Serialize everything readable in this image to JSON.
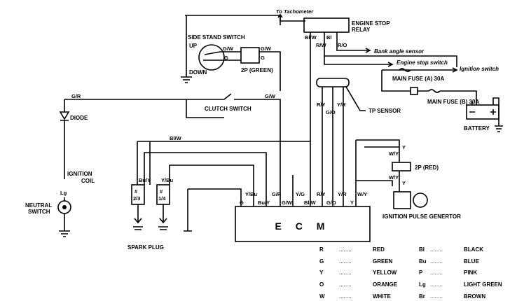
{
  "labels": {
    "to_tachometer": "To Tachometer",
    "engine_stop_relay_1": "ENGINE STOP",
    "engine_stop_relay_2": "RELAY",
    "bank_angle_sensor": "Bank angle sensor",
    "engine_stop_switch": "Engine stop switch",
    "ignition_switch": "Ignition switch",
    "main_fuse_a": "MAIN FUSE (A) 30A",
    "main_fuse_b": "MAIN FUSE (B) 30A",
    "battery": "BATTERY",
    "side_stand_switch": "SIDE STAND SWITCH",
    "up": "UP",
    "down": "DOWN",
    "connector_2p_green": "2P (GREEN)",
    "clutch_switch": "CLUTCH SWITCH",
    "tp_sensor": "TP SENSOR",
    "diode": "DIODE",
    "ignition_coil_1": "IGNITION",
    "ignition_coil_2": "COIL",
    "neutral_switch_1": "NEUTRAL",
    "neutral_switch_2": "SWITCH",
    "spark_plug": "SPARK PLUG",
    "ecm": "E C M",
    "connector_2p_red": "2P (RED)",
    "ignition_pulse_generator": "IGNITION PULSE GENERTOR",
    "coil_2_3": "2/3",
    "coil_1_4": "1/4",
    "coil_hash": "#"
  },
  "wires": {
    "bl_w": "Bl/W",
    "r_w": "R/W",
    "bl": "Bl",
    "r_o": "R/O",
    "g_w": "G/W",
    "g": "G",
    "g_r": "G/R",
    "r_y": "R/Y",
    "y_r": "Y/R",
    "g_o": "G/O",
    "bu_y": "Bu/Y",
    "y_bu": "Y/Bu",
    "y_g": "Y/G",
    "w_y": "W/Y",
    "y": "Y",
    "lg": "Lg"
  },
  "legend": [
    {
      "code": "R",
      "dots": "........",
      "color": "RED"
    },
    {
      "code": "G",
      "dots": "........",
      "color": "GREEN"
    },
    {
      "code": "Y",
      "dots": "........",
      "color": "YELLOW"
    },
    {
      "code": "O",
      "dots": "........",
      "color": "ORANGE"
    },
    {
      "code": "W",
      "dots": "........",
      "color": "WHITE"
    },
    {
      "code": "Bl",
      "dots": "........",
      "color": "BLACK"
    },
    {
      "code": "Bu",
      "dots": "........",
      "color": "BLUE"
    },
    {
      "code": "P",
      "dots": "........",
      "color": "PINK"
    },
    {
      "code": "Lg",
      "dots": "........",
      "color": "LIGHT GREEN"
    },
    {
      "code": "Br",
      "dots": "........",
      "color": "BROWN"
    }
  ]
}
